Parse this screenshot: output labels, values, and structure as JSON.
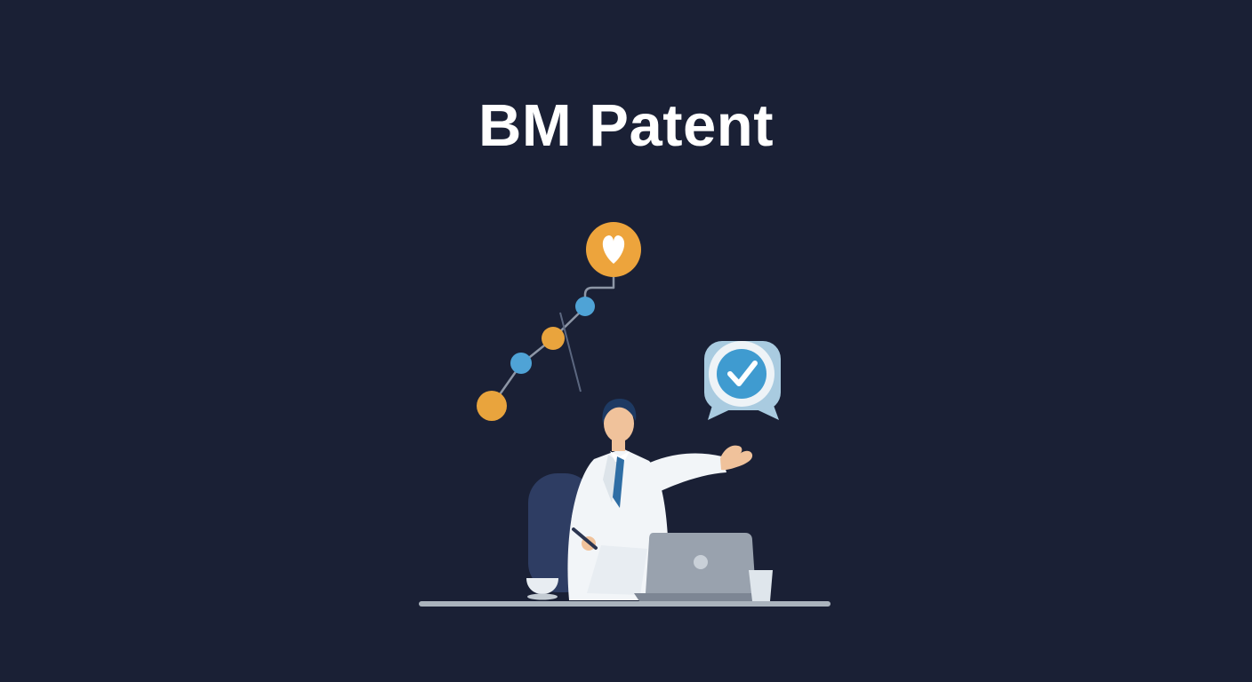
{
  "page": {
    "title": "BM Patent"
  },
  "colors": {
    "background": "#1a2035",
    "title_text": "#ffffff",
    "accent_orange": "#e9a43d",
    "accent_blue": "#4fa3d6",
    "pale_blue": "#a9cbe0",
    "clock_blue": "#3f9bd0",
    "coat_white": "#f2f5f8",
    "skin": "#f0c29b",
    "hair_navy": "#1e3a63",
    "tie_blue": "#2e6da4",
    "chair_navy": "#2e3d63",
    "laptop_gray": "#99a2ae",
    "desk_gray": "#aab3bd",
    "path_line": "#8d96a6"
  },
  "illustration": {
    "icons": [
      {
        "name": "milestone-path-icon",
        "glyph": "zigzag path connecting orange and blue dots"
      },
      {
        "name": "checkmark-node-icon",
        "glyph": "large orange circle with white heart marker"
      },
      {
        "name": "clock-check-icon",
        "glyph": "pale blue badge with blue clock face and white checkmark"
      }
    ],
    "scene": [
      "consultant-in-white-coat-at-desk",
      "office-chair",
      "laptop",
      "paper-and-pen",
      "coffee-cup",
      "water-glass",
      "desk-line"
    ]
  }
}
